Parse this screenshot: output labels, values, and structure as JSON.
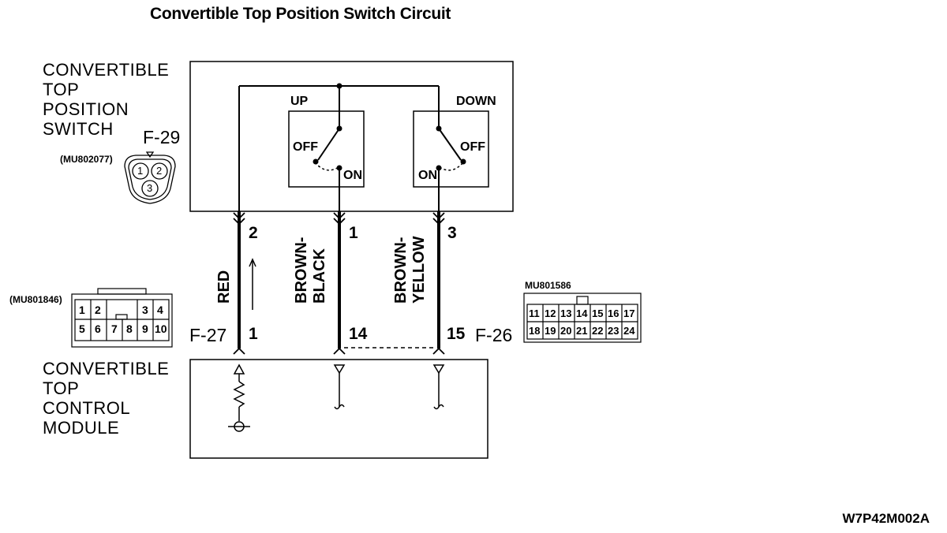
{
  "title": "Convertible Top Position Switch Circuit",
  "switch_component": {
    "name_lines": [
      "CONVERTIBLE",
      "TOP",
      "POSITION",
      "SWITCH"
    ],
    "connector_id": "F-29",
    "connector_part": "(MU802077)",
    "pins": [
      "1",
      "2",
      "3"
    ],
    "up_label": "UP",
    "down_label": "DOWN",
    "off_label": "OFF",
    "on_label": "ON"
  },
  "module_component": {
    "name_lines": [
      "CONVERTIBLE",
      "TOP",
      "CONTROL",
      "MODULE"
    ],
    "connector_left_id": "F-27",
    "connector_left_part": "(MU801846)",
    "connector_left_pins": [
      "1",
      "2",
      "3",
      "4",
      "5",
      "6",
      "7",
      "8",
      "9",
      "10"
    ],
    "connector_right_id": "F-26",
    "connector_right_part": "MU801586",
    "connector_right_pins": [
      "11",
      "12",
      "13",
      "14",
      "15",
      "16",
      "17",
      "18",
      "19",
      "20",
      "21",
      "22",
      "23",
      "24"
    ]
  },
  "wires": [
    {
      "switch_pin": "2",
      "color": "RED",
      "module_pin": "1"
    },
    {
      "switch_pin": "1",
      "color": "BROWN-BLACK",
      "module_pin": "14"
    },
    {
      "switch_pin": "3",
      "color": "BROWN-YELLOW",
      "module_pin": "15"
    }
  ],
  "document_id": "W7P42M002A"
}
